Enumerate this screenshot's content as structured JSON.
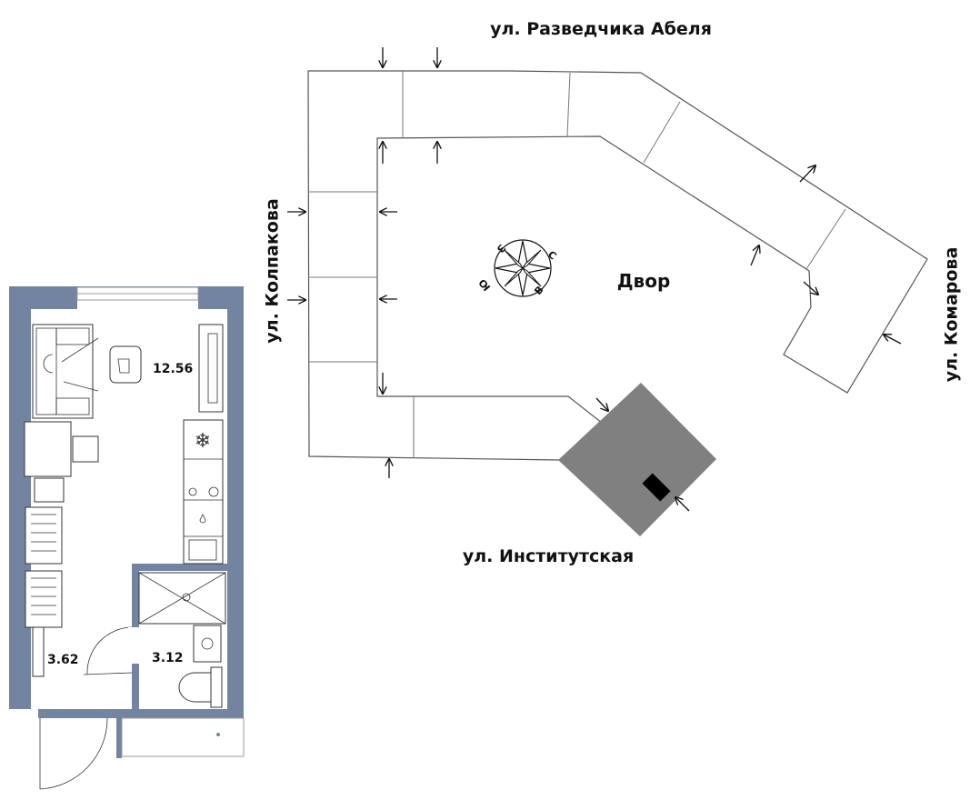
{
  "streets": {
    "north": "ул. Разведчика Абеля",
    "west": "ул. Колпакова",
    "east": "ул. Комарова",
    "south": "ул. Институтская"
  },
  "courtyard": "Двор",
  "compass": {
    "n": "С",
    "e": "В",
    "s": "Ю",
    "w": "З"
  },
  "rooms": {
    "living_area": "12.56",
    "hall_area": "3.62",
    "bath_area": "3.12"
  },
  "colors": {
    "wall": "#7384a0",
    "highlight": "#808080",
    "outline": "#777777"
  }
}
